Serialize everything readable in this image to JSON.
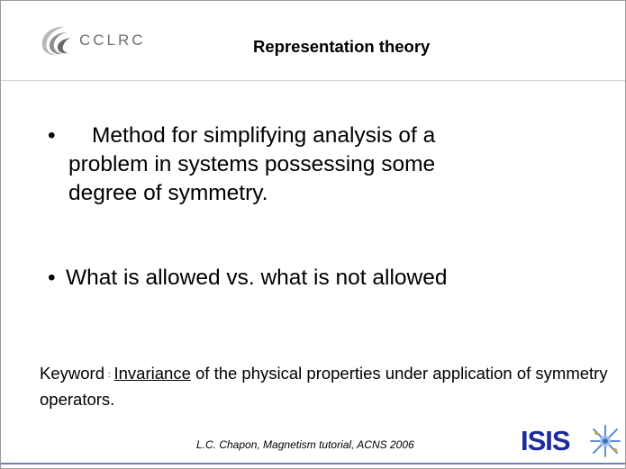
{
  "header": {
    "logo_text": "CCLRC",
    "title": "Representation theory"
  },
  "bullets": [
    {
      "marker": "•",
      "text": "Method for simplifying analysis of a\nproblem in systems possessing some\ndegree of symmetry."
    },
    {
      "marker": "•",
      "text": "What is allowed vs. what is not allowed"
    }
  ],
  "keyword": {
    "label": "Keyword",
    "separator": ":",
    "underlined": "Invariance",
    "rest": " of the physical properties under application of symmetry operators."
  },
  "footer": {
    "citation": "L.C. Chapon, Magnetism tutorial, ACNS 2006",
    "isis_logo_text": "ISIS"
  },
  "colors": {
    "isis_blue": "#1d2b9b",
    "logo_grey": "#6e6e6e",
    "bottom_rule": "#6f7fb8"
  }
}
